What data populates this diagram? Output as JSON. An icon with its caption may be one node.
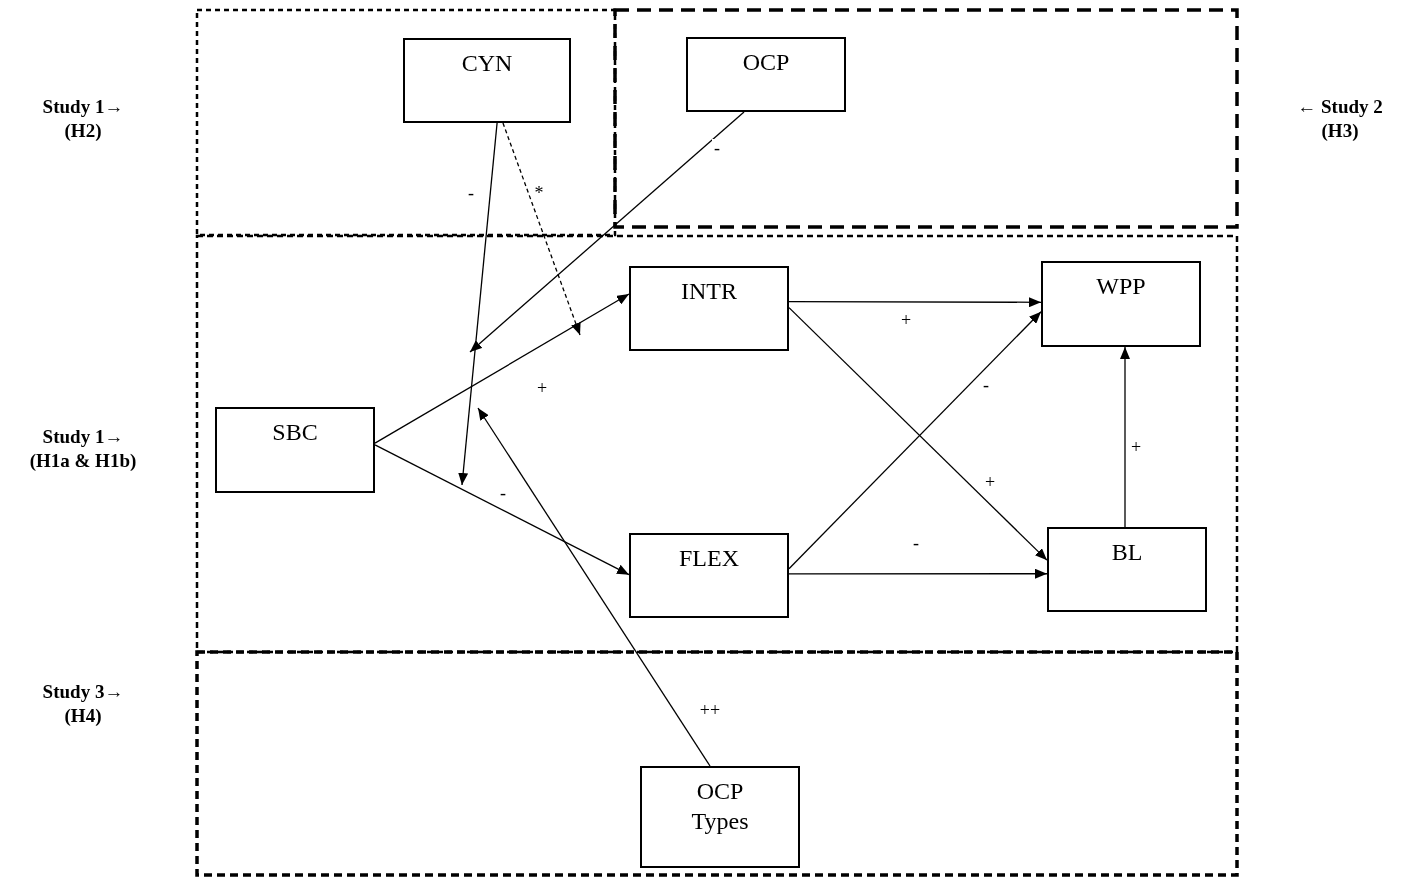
{
  "diagram": {
    "nodes": [
      {
        "text": [
          "CYN"
        ]
      },
      {
        "text": [
          "OCP"
        ]
      },
      {
        "text": [
          "INTR"
        ]
      },
      {
        "text": [
          "WPP"
        ]
      },
      {
        "text": [
          "SBC"
        ]
      },
      {
        "text": [
          "FLEX"
        ]
      },
      {
        "text": [
          "BL"
        ]
      },
      {
        "text": [
          "OCP Types"
        ]
      }
    ],
    "edges": [
      {
        "from": 4,
        "to": 2,
        "arrow": "to",
        "label": "+"
      },
      {
        "from": 4,
        "to": 5,
        "arrow": "to",
        "label": "-"
      },
      {
        "from": 2,
        "to": 3,
        "arrow": "to",
        "label": "+"
      },
      {
        "from": 2,
        "to": 6,
        "arrow": "to",
        "label": "+"
      },
      {
        "from": 5,
        "to": 3,
        "arrow": "to",
        "label": "-"
      },
      {
        "from": 5,
        "to": 6,
        "arrow": "to",
        "label": "-"
      },
      {
        "from": 6,
        "to": 3,
        "arrow": "to",
        "label": "+"
      },
      {
        "from": 0,
        "to": null,
        "arrow": "to",
        "label": "-"
      },
      {
        "from": 0,
        "to": null,
        "arrow": "to",
        "label": "*",
        "style": "dashed"
      },
      {
        "from": 1,
        "to": null,
        "arrow": "to",
        "label": "-"
      },
      {
        "from": 7,
        "to": null,
        "arrow": "to",
        "label": "++"
      }
    ],
    "labels": [
      "Study 1→ (H2)",
      "← Study 2 (H3)",
      "Study 1→ (H1a & H1b)",
      "Study 3→ (H4)"
    ]
  }
}
